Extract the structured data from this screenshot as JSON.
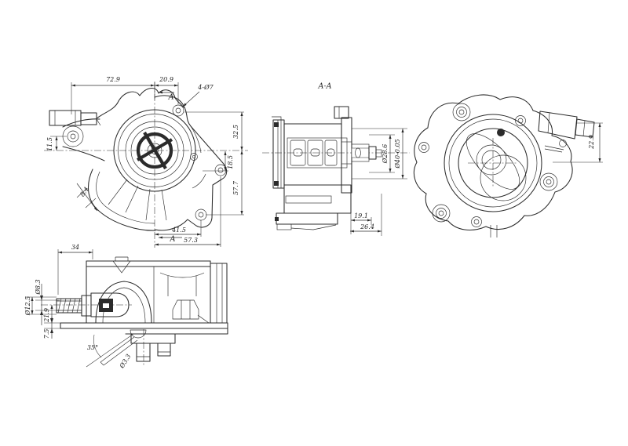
{
  "sheet": {
    "background": "#ffffff",
    "ink": "#2b2b2b"
  },
  "views": {
    "front": {
      "dims": {
        "top_width_left": "72.9",
        "top_width_right": "20.9",
        "section_marker_top": "A",
        "bolt_holes_callout": "4-Ø7",
        "right_upper": "32.5",
        "right_middle": "18.5",
        "right_lower": "57.7",
        "left_offset": "11.5",
        "rib_width": "8.4",
        "bottom_inner": "41.5",
        "section_marker_bottom": "A",
        "bottom_outer": "57.3"
      }
    },
    "section": {
      "title": "A-A",
      "dims": {
        "bore_diameter": "Ø28.6",
        "spigot_diameter": "Ø40-0.05",
        "depth_inner": "19.1",
        "depth_outer": "26.4"
      }
    },
    "rear": {
      "dims": {
        "connector_offset": "22.9"
      }
    },
    "side": {
      "dims": {
        "top_width": "34",
        "port_bore_diameter": "Ø8.3",
        "port_outer_diameter": "Ø12.5",
        "port_center_height": "21.9",
        "base_thickness": "7.5",
        "drill_angle": "35°",
        "drill_diameter": "Ø3.3"
      }
    }
  }
}
